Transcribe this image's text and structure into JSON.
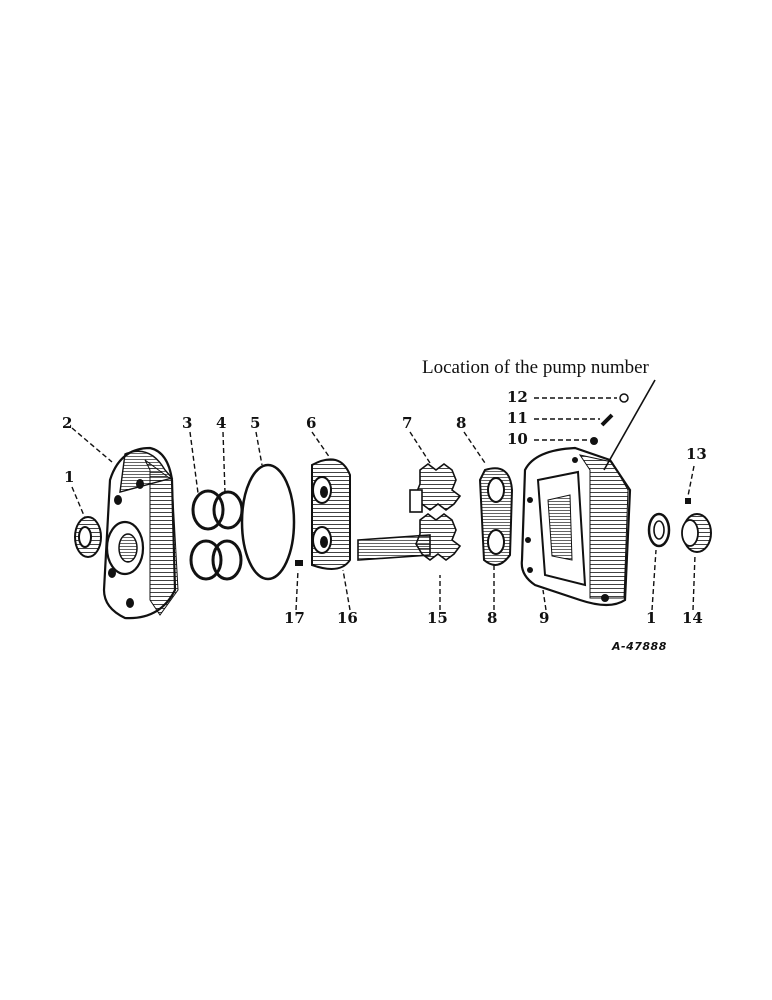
{
  "caption": "Location of the pump number",
  "drawing_code": "A-47888",
  "callouts": [
    "1",
    "2",
    "3",
    "4",
    "5",
    "6",
    "7",
    "8",
    "9",
    "10",
    "11",
    "12",
    "13",
    "14",
    "15",
    "16",
    "17",
    "8",
    "1"
  ]
}
